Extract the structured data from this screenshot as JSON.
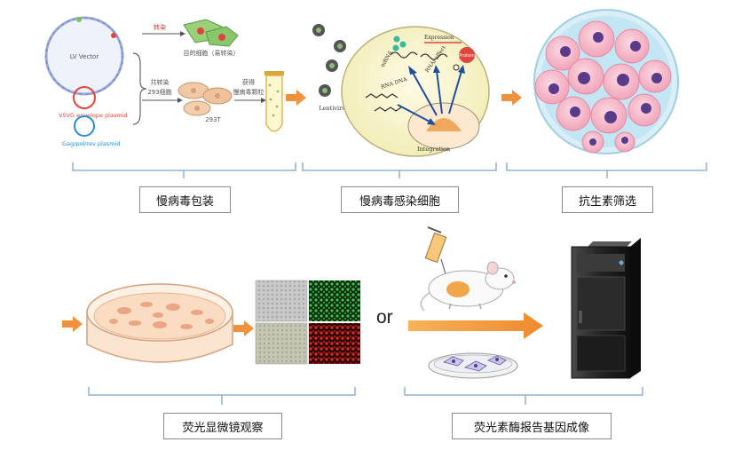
{
  "top_row": {
    "packaging": {
      "lv_vector_label": "LV Vector",
      "vsvg_label": "VSVG envelope plasmid",
      "gag_label": "Gag/pol/rev plasmid",
      "transfect_label": "转染",
      "target_cell_label": "目的细胞（易转染）",
      "cotransfect_label": "共转染",
      "cell293_label": "293细胞",
      "cell293t_label": "293T",
      "harvest_label": "获得",
      "virus_particles_label": "慢病毒颗粒"
    },
    "infection": {
      "lentivirus_label": "Lentivirus",
      "rna_dna_label": "RNA DNA",
      "expression_label": "Expression",
      "mrna_label": "mRNA",
      "rnai_label": "RNAi effect",
      "protein_label": "Protein",
      "integration_label": "Integration"
    },
    "step_labels": [
      "慢病毒包装",
      "慢病毒感染细胞",
      "抗生素筛选"
    ]
  },
  "bottom_row": {
    "or_text": "or",
    "step_labels": [
      "荧光显微镜观察",
      "荧光素酶报告基因成像"
    ]
  },
  "colors": {
    "arrow": "#f0913c",
    "bracket": "#8fb0d6",
    "cell_pink": "#f4a9bd",
    "nucleus": "#5a3b8a",
    "dish_blue": "#bfe7f5",
    "green_fluor": "#2aa63a",
    "red_fluor": "#c8201c",
    "vsvg_red": "#e0443c",
    "gag_blue": "#2a8cd0"
  }
}
